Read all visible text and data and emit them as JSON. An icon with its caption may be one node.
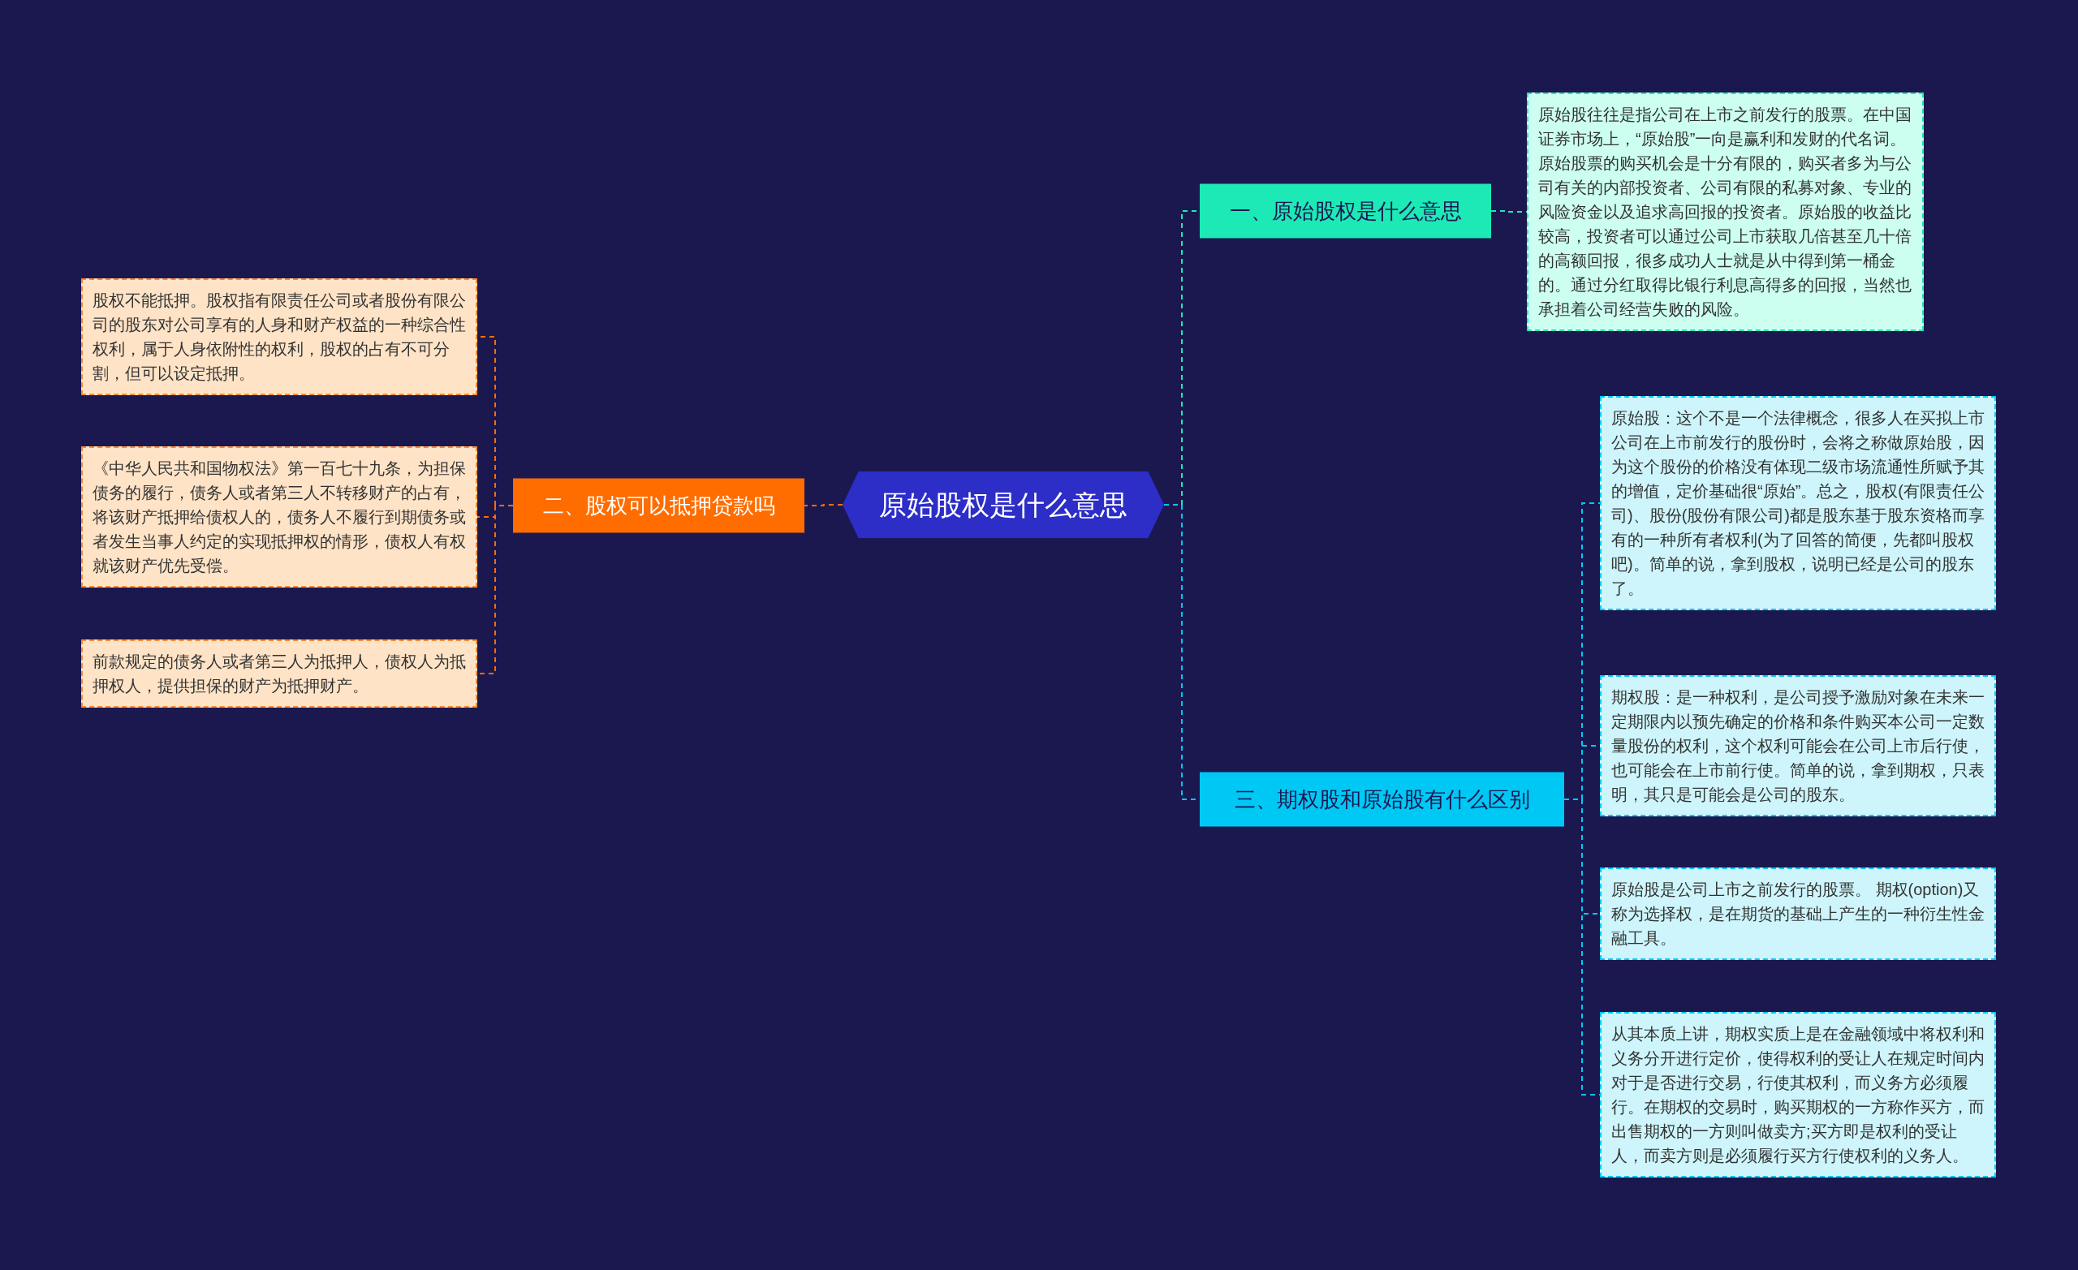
{
  "diagram": {
    "nodes": [
      {
        "text": [
          "原始股权是什么意思"
        ]
      },
      {
        "text": [
          "一、原始股权是什么意思"
        ]
      },
      {
        "text": [
          "原始股往往是指公司在上市之前发行的股票。在中国证券市场上，“原始股”一向是赢利和发财的代名词。原始股票的购买机会是十分有限的，购买者多为与公司有关的内部投资者、公司有限的私募对象、专业的风险资金以及追求高回报的投资者。原始股的收益比较高，投资者可以通过公司上市获取几倍甚至几十倍的高额回报，很多成功人士就是从中得到第一桶金的。通过分红取得比银行利息高得多的回报，当然也承担着公司经营失败的风险。"
        ]
      },
      {
        "text": [
          "二、股权可以抵押贷款吗"
        ]
      },
      {
        "text": [
          "股权不能抵押。股权指有限责任公司或者股份有限公司的股东对公司享有的人身和财产权益的一种综合性权利，属于人身依附性的权利，股权的占有不可分割，但可以设定抵押。"
        ]
      },
      {
        "text": [
          "《中华人民共和国物权法》第一百七十九条，为担保债务的履行，债务人或者第三人不转移财产的占有，将该财产抵押给债权人的，债务人不履行到期债务或者发生当事人约定的实现抵押权的情形，债权人有权就该财产优先受偿。"
        ]
      },
      {
        "text": [
          "前款规定的债务人或者第三人为抵押人，债权人为抵押权人，提供担保的财产为抵押财产。"
        ]
      },
      {
        "text": [
          "三、期权股和原始股有什么区别"
        ]
      },
      {
        "text": [
          "原始股：这个不是一个法律概念，很多人在买拟上市公司在上市前发行的股份时，会将之称做原始股，因为这个股份的价格没有体现二级市场流通性所赋予其的增值，定价基础很“原始”。总之，股权(有限责任公司)、股份(股份有限公司)都是股东基于股东资格而享有的一种所有者权利(为了回答的简便，先都叫股权吧)。简单的说，拿到股权，说明已经是公司的股东了。"
        ]
      },
      {
        "text": [
          "期权股：是一种权利，是公司授予激励对象在未来一定期限内以预先确定的价格和条件购买本公司一定数量股份的权利，这个权利可能会在公司上市后行使，也可能会在上市前行使。简单的说，拿到期权，只表明，其只是可能会是公司的股东。"
        ]
      },
      {
        "text": [
          "原始股是公司上市之前发行的股票。 期权(option)又称为选择权，是在期货的基础上产生的一种衍生性金融工具。"
        ]
      },
      {
        "text": [
          "从其本质上讲，期权实质上是在金融领域中将权利和义务分开进行定价，使得权利的受让人在规定时间内对于是否进行交易，行使其权利，而义务方必须履行。在期权的交易时，购买期权的一方称作买方，而出售期权的一方则叫做卖方;买方即是权利的受让人，而卖方则是必须履行买方行使权利的义务人。"
        ]
      }
    ],
    "edges": [
      {
        "from": 0,
        "to": 1,
        "arrow": "none",
        "style": "dashed",
        "color": "#1de9b6"
      },
      {
        "from": 1,
        "to": 2,
        "arrow": "none",
        "style": "dashed",
        "color": "#1de9b6"
      },
      {
        "from": 0,
        "to": 3,
        "arrow": "none",
        "style": "dashed",
        "color": "#ff6d00"
      },
      {
        "from": 3,
        "to": 4,
        "arrow": "none",
        "style": "dashed",
        "color": "#ff6d00"
      },
      {
        "from": 3,
        "to": 5,
        "arrow": "none",
        "style": "dashed",
        "color": "#ff6d00"
      },
      {
        "from": 3,
        "to": 6,
        "arrow": "none",
        "style": "dashed",
        "color": "#ff6d00"
      },
      {
        "from": 0,
        "to": 7,
        "arrow": "none",
        "style": "dashed"
      },
      {
        "from": 7,
        "to": 8,
        "arrow": "none",
        "style": "dashed"
      },
      {
        "from": 7,
        "to": 9,
        "arrow": "none",
        "style": "dashed"
      },
      {
        "from": 7,
        "to": 10,
        "arrow": "none",
        "style": "dashed"
      },
      {
        "from": 7,
        "to": 11,
        "arrow": "none",
        "style": "dashed"
      }
    ]
  }
}
